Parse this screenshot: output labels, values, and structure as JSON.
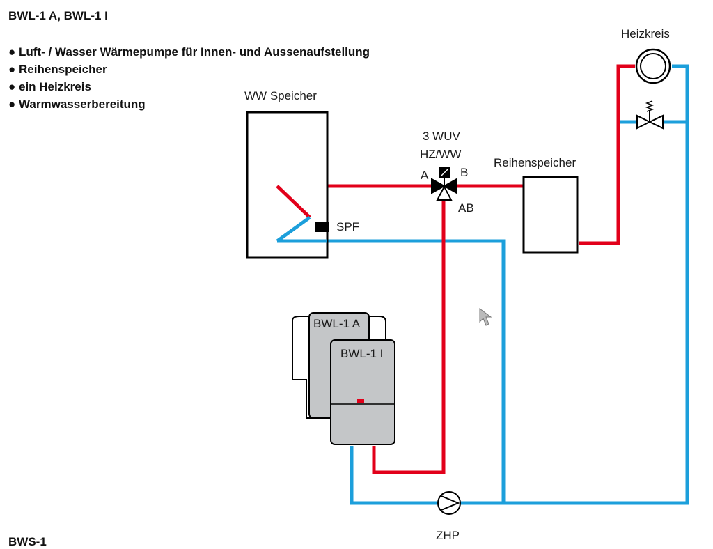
{
  "header": {
    "title": "BWL-1 A, BWL-1 I",
    "features": [
      "● Luft- / Wasser Wärmepumpe für Innen- und Aussenaufstellung",
      "● Reihenspeicher",
      "● ein Heizkreis",
      "● Warmwasserbereitung"
    ]
  },
  "diagram": {
    "labels": {
      "ww_speicher": "WW Speicher",
      "valve_line1": "3 WUV",
      "valve_line2": "HZ/WW",
      "port_a": "A",
      "port_b": "B",
      "port_ab": "AB",
      "reihenspeicher": "Reihenspeicher",
      "heizkreis": "Heizkreis",
      "spf": "SPF",
      "unit_a": "BWL-1 A",
      "unit_i": "BWL-1 I",
      "zhp": "ZHP"
    },
    "colors": {
      "supply": "#e2001a",
      "return": "#1c9fdb",
      "outline": "#000000",
      "unit_fill": "#c4c6c8"
    }
  },
  "footer": {
    "title": "BWS-1"
  }
}
